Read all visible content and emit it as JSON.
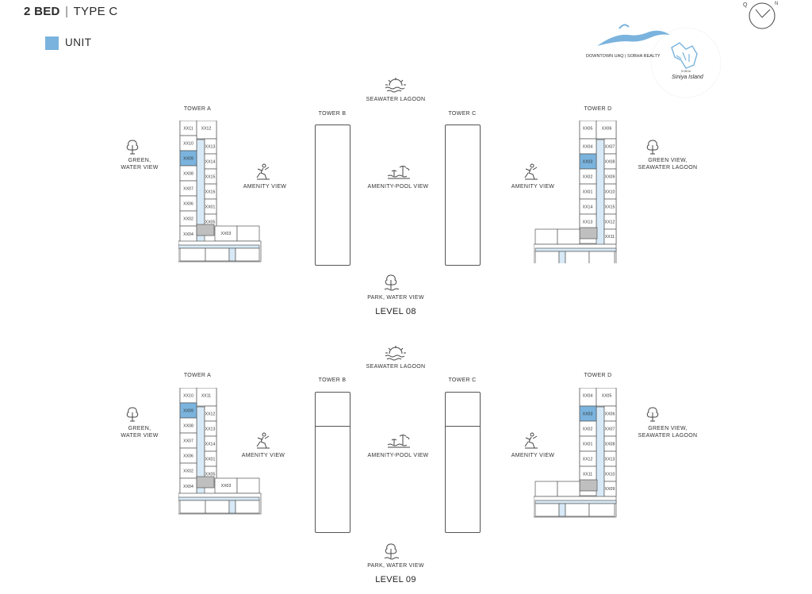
{
  "header": {
    "bed": "2 BED",
    "separator": "|",
    "type": "TYPE C"
  },
  "legend": {
    "label": "UNIT",
    "color": "#7ab3dd"
  },
  "logo": {
    "caption": "DOWNTOWN UAQ | SOBHA REALTY",
    "sub": "SOBHA",
    "script": "Siniya Island"
  },
  "compass": {
    "q": "Q",
    "n": "N"
  },
  "colors": {
    "unit": "#7ab3dd",
    "corridor": "#d8eaf7",
    "line": "#555555",
    "core": "#bfbfbf"
  },
  "levels": [
    {
      "name": "LEVEL 08",
      "seawater": "SEAWATER LAGOON",
      "park": "PARK, WATER VIEW",
      "pool": "AMENITY-POOL VIEW",
      "towerA": {
        "label": "TOWER A",
        "leftView": "GREEN,\nWATER VIEW",
        "rightView": "AMENITY VIEW",
        "units": [
          "XX11",
          "XX12",
          "XX10",
          "XX13",
          "XX09",
          "XX14",
          "XX08",
          "XX15",
          "XX07",
          "XX16",
          "XX06",
          "XX01",
          "XX02",
          "XX05",
          "XX04",
          "XX03"
        ]
      },
      "towerB": {
        "label": "TOWER B"
      },
      "towerC": {
        "label": "TOWER C"
      },
      "towerD": {
        "label": "TOWER D",
        "leftView": "AMENITY VIEW",
        "rightView": "GREEN VIEW,\nSEAWATER LAGOON",
        "units": [
          "XX05",
          "XX06",
          "XX04",
          "XX07",
          "XX03",
          "XX08",
          "XX02",
          "XX09",
          "XX01",
          "XX10",
          "XX14",
          "XX15",
          "XX13",
          "XX12",
          "XX11"
        ]
      }
    },
    {
      "name": "LEVEL 09",
      "seawater": "SEAWATER LAGOON",
      "park": "PARK, WATER VIEW",
      "pool": "AMENITY-POOL VIEW",
      "towerA": {
        "label": "TOWER A",
        "leftView": "GREEN,\nWATER VIEW",
        "rightView": "AMENITY VIEW",
        "units": [
          "XX10",
          "XX11",
          "XX09",
          "XX12",
          "XX08",
          "XX13",
          "XX07",
          "XX14",
          "XX06",
          "XX01",
          "XX02",
          "XX05",
          "XX04",
          "XX03"
        ]
      },
      "towerB": {
        "label": "TOWER B"
      },
      "towerC": {
        "label": "TOWER C"
      },
      "towerD": {
        "label": "TOWER D",
        "leftView": "AMENITY VIEW",
        "rightView": "GREEN VIEW,\nSEAWATER LAGOON",
        "units": [
          "XX04",
          "XX05",
          "XX03",
          "XX06",
          "XX02",
          "XX07",
          "XX01",
          "XX08",
          "XX12",
          "XX13",
          "XX11",
          "XX10",
          "XX09"
        ]
      }
    }
  ]
}
